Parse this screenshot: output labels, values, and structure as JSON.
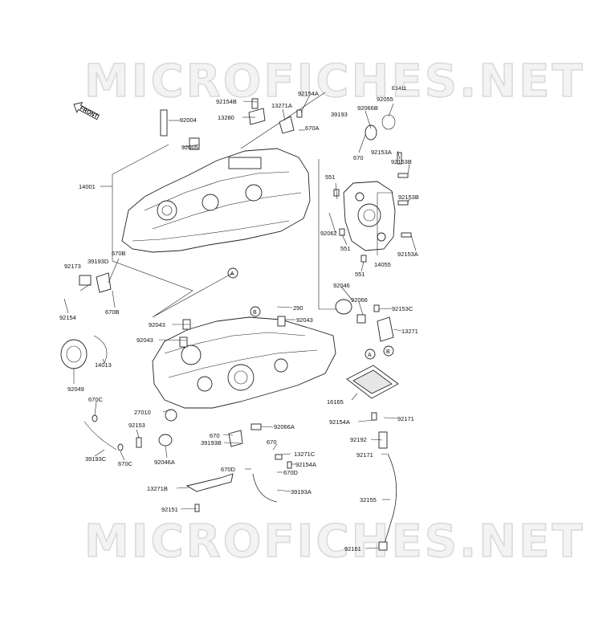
{
  "watermark": "MICROFICHES.NET",
  "front_label": "FRONT",
  "figure_code": "E1411",
  "ref_a": "A",
  "ref_b": "B",
  "parts": {
    "p92154B": "92154B",
    "p92154A_top": "92154A",
    "p92055": "92055",
    "p13271A": "13271A",
    "p92066B": "92066B",
    "p13280": "13280",
    "p39193": "39193",
    "p92004": "92004",
    "p670A": "670A",
    "p92005": "92005",
    "p670_top": "670",
    "p92153A_top": "92153A",
    "p551_a": "551",
    "p92153B_a": "92153B",
    "p14001": "14001",
    "p92153B_b": "92153B",
    "p92062": "92062",
    "p551_b": "551",
    "p14055": "14055",
    "p92153A_b": "92153A",
    "p551_c": "551",
    "p670B_a": "670B",
    "p92173": "92173",
    "p39193D": "39193D",
    "p92154": "92154",
    "p670B_b": "670B",
    "p92046": "92046",
    "p92066": "92066",
    "p290": "290",
    "p92153C": "92153C",
    "p92043_a": "92043",
    "p92043_b": "92043",
    "p92043_c": "92043",
    "p13271": "13271",
    "p14013": "14013",
    "p92049": "92049",
    "p16165": "16165",
    "p670C_a": "670C",
    "p27010": "27010",
    "p92154A_mid": "92154A",
    "p92171_a": "92171",
    "p92066A": "92066A",
    "p92153_bot": "92153",
    "p670_bot_a": "670",
    "p39193B": "39193B",
    "p670_bot_b": "670",
    "p92192": "92192",
    "p39193C": "39193C",
    "p670C_b": "670C",
    "p92046A": "92046A",
    "p13271C": "13271C",
    "p92154A_bot": "92154A",
    "p92171_b": "92171",
    "p670D_a": "670D",
    "p670D_b": "670D",
    "p13271B": "13271B",
    "p39193A": "39193A",
    "p32155": "32155",
    "p92151": "92151",
    "p92161": "92161"
  }
}
